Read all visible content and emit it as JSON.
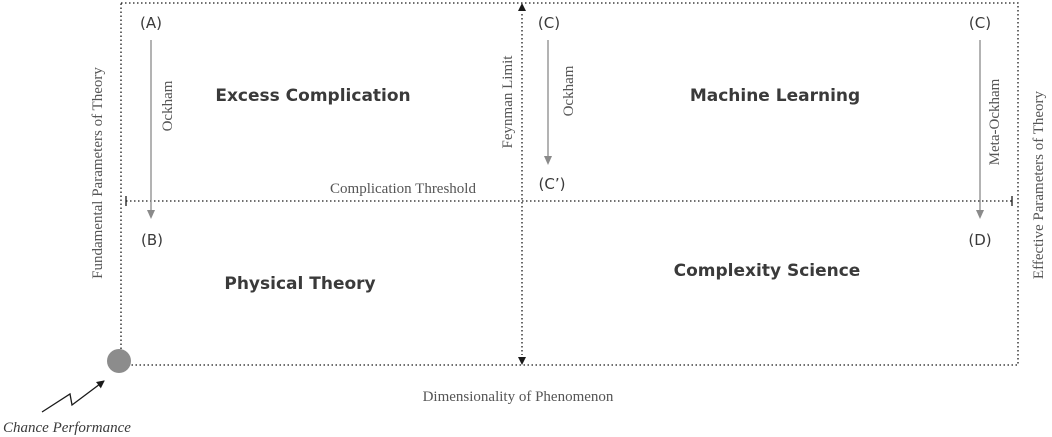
{
  "axes": {
    "left": "Fundamental Parameters of Theory",
    "right": "Effective Parameters of Theory",
    "bottom": "Dimensionality of Phenomenon"
  },
  "dividers": {
    "horizontal": "Complication Threshold",
    "vertical": "Feynman Limit"
  },
  "regions": {
    "top_left": "Excess Complication",
    "top_right": "Machine Learning",
    "bottom_left": "Physical Theory",
    "bottom_right": "Complexity Science"
  },
  "points": {
    "a": "(A)",
    "b": "(B)",
    "c_left": "(C)",
    "c_prime": "(C’)",
    "c_right": "(C)",
    "d": "(D)"
  },
  "arrows": {
    "a_to_b": "Ockham",
    "c_to_c_prime": "Ockham",
    "c_to_d": "Meta-Ockham"
  },
  "origin": {
    "label": "Chance Performance"
  },
  "colors": {
    "frame": "#1a1a1a",
    "arrow": "#8a8a8a",
    "text": "#3a3a3a",
    "origin_dot": "#8c8c8c"
  }
}
